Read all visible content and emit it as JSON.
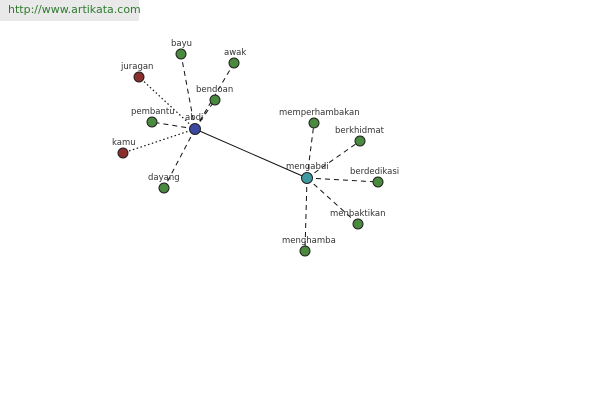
{
  "header": {
    "url": "http://www.artikata.com"
  },
  "colors": {
    "synonym": "#4a8a3f",
    "antonym": "#8b2e2e",
    "head": "#3b4aa0",
    "related_head": "#3e9aa0"
  },
  "graph": {
    "nodes": [
      {
        "id": "abdi",
        "label": "abdi",
        "kind": "head"
      },
      {
        "id": "mengabdi",
        "label": "mengabdi",
        "kind": "related_head"
      },
      {
        "id": "bayu",
        "label": "bayu",
        "kind": "synonym"
      },
      {
        "id": "awak",
        "label": "awak",
        "kind": "synonym"
      },
      {
        "id": "juragan",
        "label": "juragan",
        "kind": "antonym"
      },
      {
        "id": "bendoan",
        "label": "bendoan",
        "kind": "synonym"
      },
      {
        "id": "pembantu",
        "label": "pembantu",
        "kind": "synonym"
      },
      {
        "id": "kamu",
        "label": "kamu",
        "kind": "antonym"
      },
      {
        "id": "dayang",
        "label": "dayang",
        "kind": "synonym"
      },
      {
        "id": "memperhambakan",
        "label": "memperhambakan",
        "kind": "synonym"
      },
      {
        "id": "berkhidmat",
        "label": "berkhidmat",
        "kind": "synonym"
      },
      {
        "id": "berdedikasi",
        "label": "berdedikasi",
        "kind": "synonym"
      },
      {
        "id": "menbaktikan",
        "label": "menbaktikan",
        "kind": "synonym"
      },
      {
        "id": "menghamba",
        "label": "menghamba",
        "kind": "synonym"
      }
    ],
    "edges": [
      {
        "from": "abdi",
        "to": "mengabdi",
        "style": "solid"
      },
      {
        "from": "abdi",
        "to": "bayu",
        "style": "dashed"
      },
      {
        "from": "abdi",
        "to": "awak",
        "style": "dashed"
      },
      {
        "from": "abdi",
        "to": "juragan",
        "style": "dotted"
      },
      {
        "from": "abdi",
        "to": "bendoan",
        "style": "dashed"
      },
      {
        "from": "abdi",
        "to": "pembantu",
        "style": "dashed"
      },
      {
        "from": "abdi",
        "to": "kamu",
        "style": "dotted"
      },
      {
        "from": "abdi",
        "to": "dayang",
        "style": "dashed"
      },
      {
        "from": "mengabdi",
        "to": "memperhambakan",
        "style": "dashed"
      },
      {
        "from": "mengabdi",
        "to": "berkhidmat",
        "style": "dashed"
      },
      {
        "from": "mengabdi",
        "to": "berdedikasi",
        "style": "dashed"
      },
      {
        "from": "mengabdi",
        "to": "menbaktikan",
        "style": "dashed"
      },
      {
        "from": "mengabdi",
        "to": "menghamba",
        "style": "dashed"
      }
    ]
  }
}
